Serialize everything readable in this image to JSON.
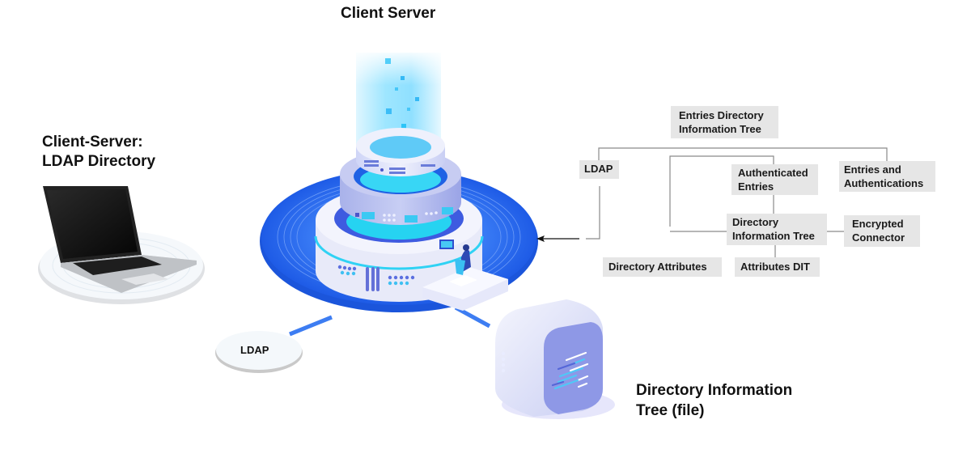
{
  "labels": {
    "client_server": "Client Server",
    "client_ldap_line1": "Client-Server:",
    "client_ldap_line2": "LDAP Directory",
    "ldap_bubble": "LDAP",
    "dit_file_line1": "Directory Information",
    "dit_file_line2": "Tree (file)"
  },
  "tree": {
    "root_line1": "Entries Directory",
    "root_line2": "Information Tree",
    "ldap": "LDAP",
    "authenticated_line1": "Authenticated",
    "authenticated_line2": "Entries",
    "entries_auth_line1": "Entries and",
    "entries_auth_line2": "Authentications",
    "dit_line1": "Directory",
    "dit_line2": "Information Tree",
    "encrypted_line1": "Encrypted",
    "encrypted_line2": "Connector",
    "directory_attributes": "Directory Attributes",
    "attributes_dit": "Attributes DIT"
  },
  "colors": {
    "platform_blue": "#2f6fef",
    "beam_cyan": "#7fdcff",
    "box_gray": "#e6e6e6",
    "connector_gray": "#8a8a8a"
  }
}
